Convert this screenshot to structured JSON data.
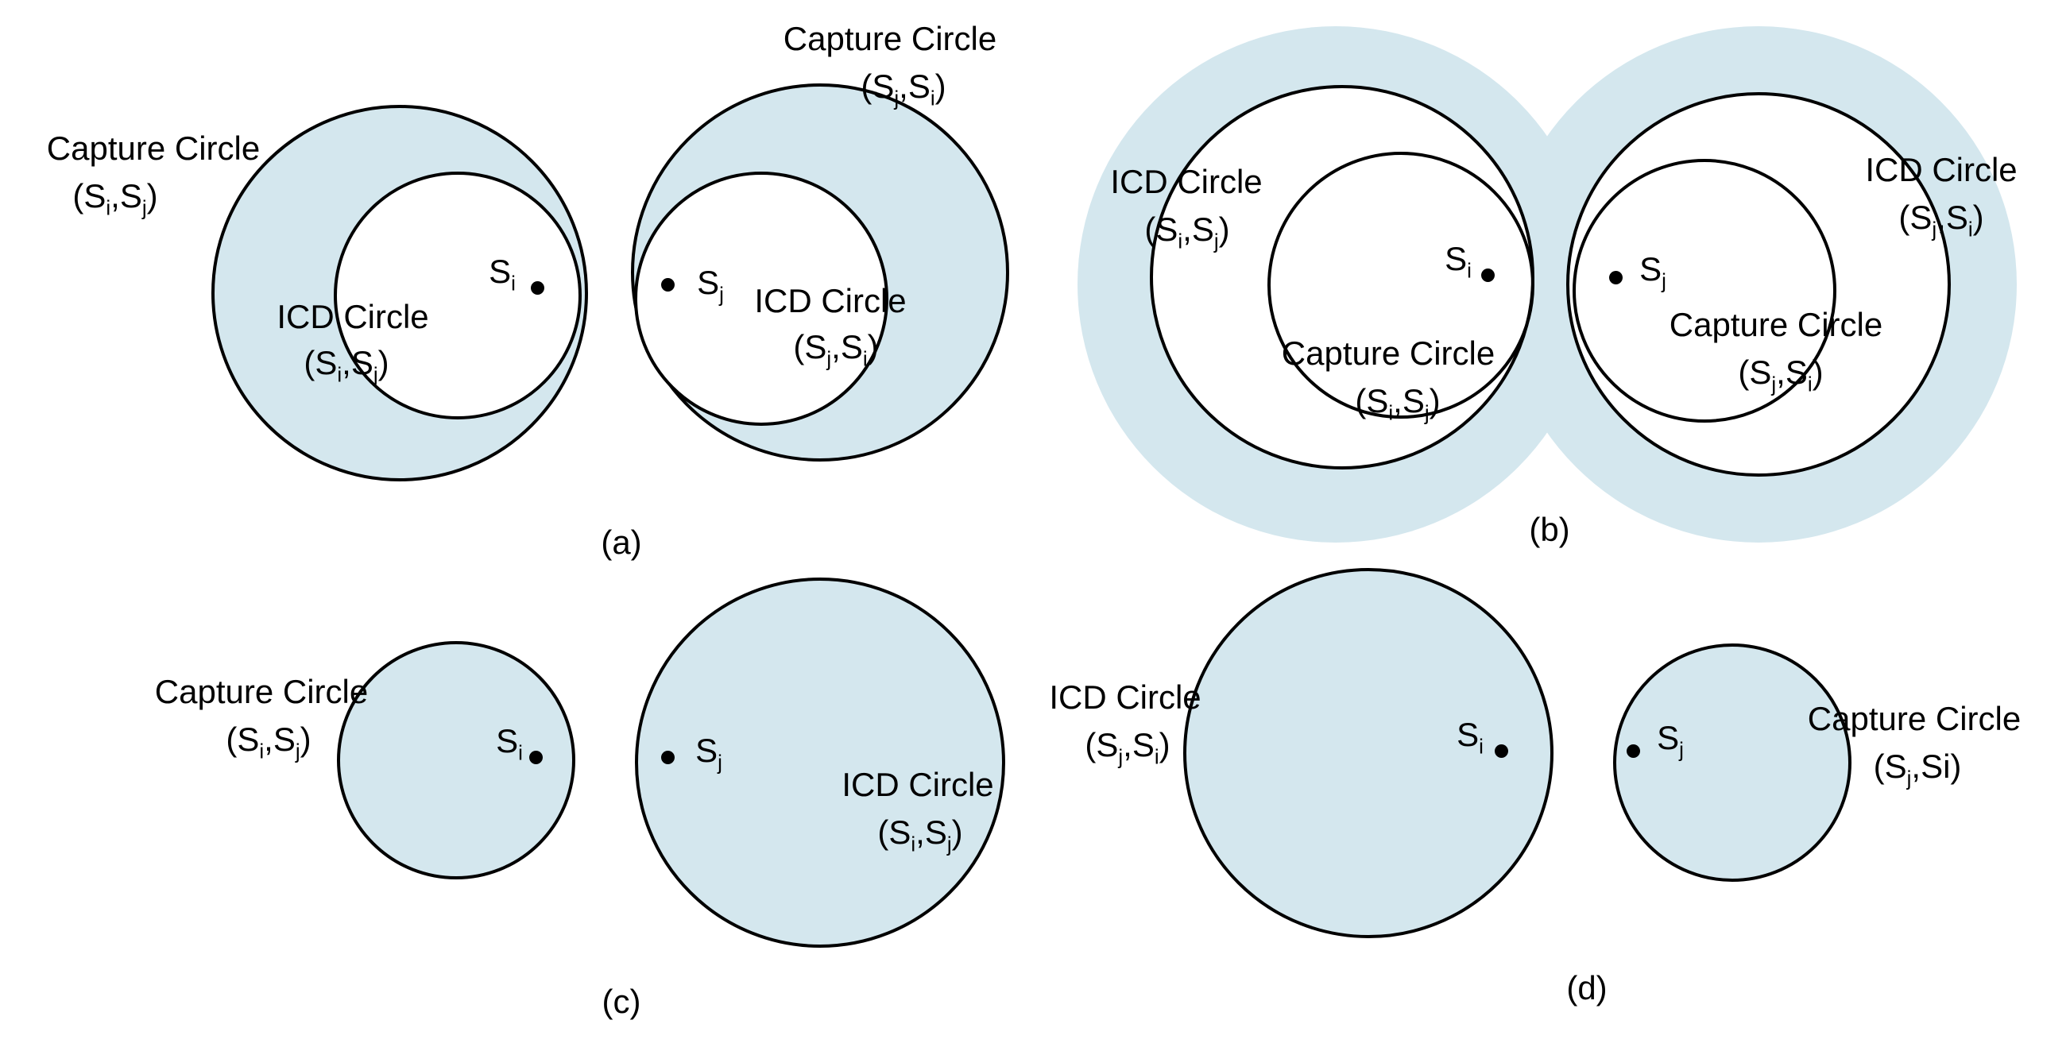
{
  "figure": {
    "fill_color": "#d4e7ee",
    "panel_a": {
      "caption": "(a)",
      "capture_i_line1": "Capture Circle",
      "capture_i_line2": "(S_{i},S_{j})",
      "capture_j_line1": "Capture Circle",
      "capture_j_line2": "(S_{j},S_{i})",
      "icd_i_line1": "ICD Circle",
      "icd_i_line2": "(S_{i},S_{j})",
      "icd_j_line1": "ICD Circle",
      "icd_j_line2": "(S_{j},S_{i})",
      "point_i": "S_{i}",
      "point_j": "S_{j}"
    },
    "panel_b": {
      "caption": "(b)",
      "icd_i_line1": "ICD Circle",
      "icd_i_line2": "(S_{i},S_{j})",
      "capture_i_line1": "Capture Circle",
      "capture_i_line2": "(S_{i},S_{j})",
      "icd_j_line1": "ICD Circle",
      "icd_j_line2": "(S_{j},S_{i})",
      "capture_j_line1": "Capture Circle",
      "capture_j_line2": "(S_{j},S_{i})",
      "point_i": "S_{i}",
      "point_j": "S_{j}"
    },
    "panel_c": {
      "caption": "(c)",
      "capture_line1": "Capture Circle",
      "capture_line2": "(S_{i},S_{j})",
      "icd_line1": "ICD Circle",
      "icd_line2": "(S_{i},S_{j})",
      "point_i": "S_{i}",
      "point_j": "S_{j}"
    },
    "panel_d": {
      "caption": "(d)",
      "icd_line1": "ICD Circle",
      "icd_line2": "(S_{j},S_{i})",
      "capture_line1": "Capture Circle",
      "capture_line2": "(S_{j},Si)",
      "point_i": "S_{i}",
      "point_j": "S_{j}"
    }
  }
}
